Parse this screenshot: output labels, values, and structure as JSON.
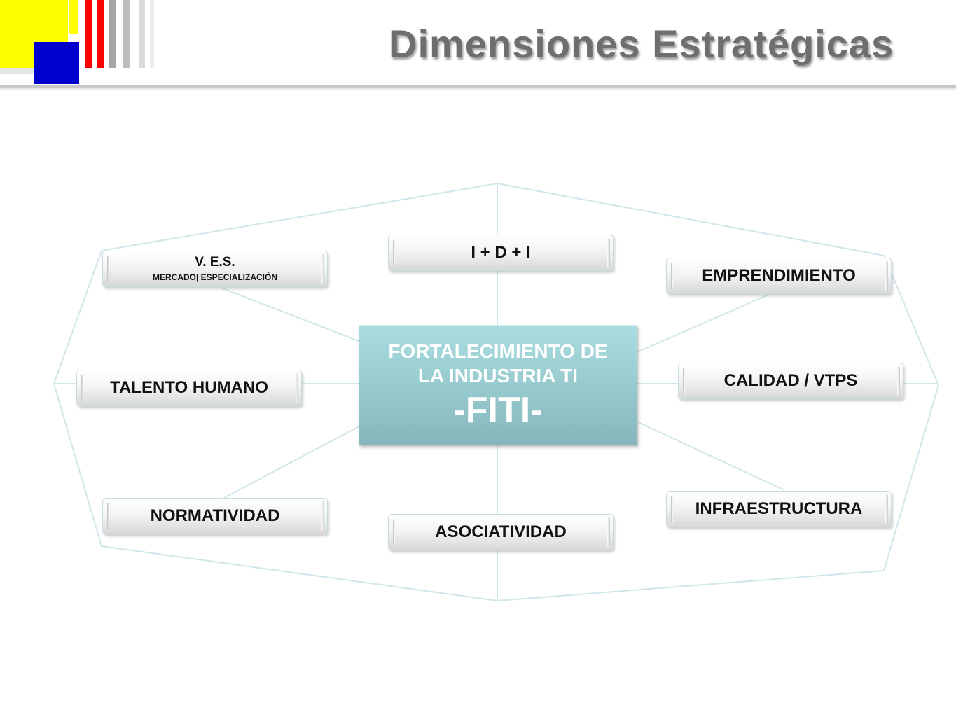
{
  "header": {
    "title": "Dimensiones Estratégicas"
  },
  "colors": {
    "yellow": "#ffff00",
    "blue": "#0000cc",
    "red": "#ff0000",
    "gray": "#a6a6a6",
    "hub": "#95c9cd",
    "connector": "#d0e6ea"
  },
  "hub": {
    "line1": "FORTALECIMIENTO DE",
    "line2": "LA INDUSTRIA TI",
    "acronym": "-FITI-"
  },
  "dimensions": {
    "ves": {
      "label": "V. E.S.",
      "sublabel": "MERCADO| ESPECIALIZACIÓN"
    },
    "idi": {
      "label": "I + D + I"
    },
    "emprendimiento": {
      "label": "EMPRENDIMIENTO"
    },
    "talento": {
      "label": "TALENTO HUMANO"
    },
    "calidad": {
      "label": "CALIDAD / VTPS"
    },
    "normatividad": {
      "label": "NORMATIVIDAD"
    },
    "asociatividad": {
      "label": "ASOCIATIVIDAD"
    },
    "infraestructura": {
      "label": "INFRAESTRUCTURA"
    }
  }
}
